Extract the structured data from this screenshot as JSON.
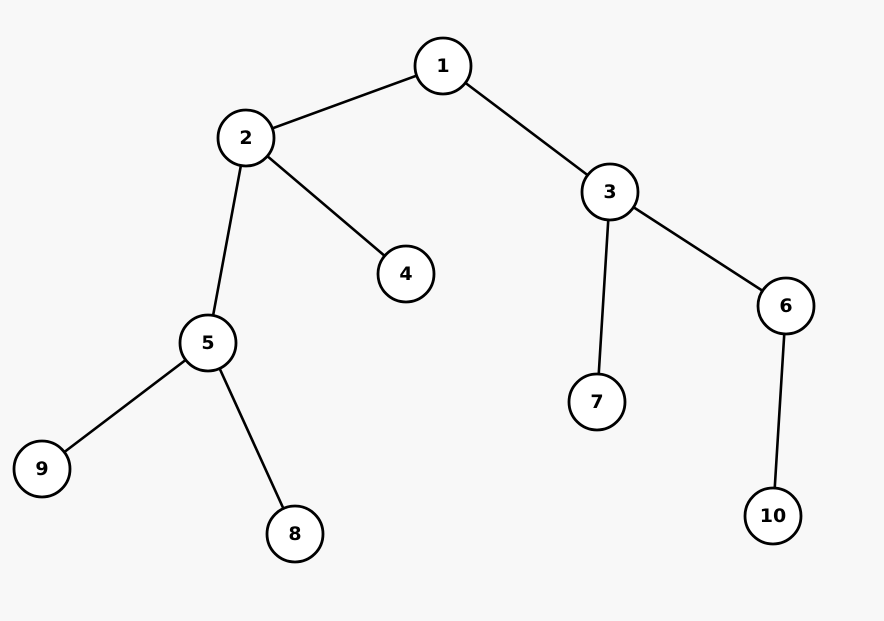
{
  "diagram": {
    "type": "tree",
    "nodes": [
      {
        "id": "1",
        "label": "1"
      },
      {
        "id": "2",
        "label": "2"
      },
      {
        "id": "3",
        "label": "3"
      },
      {
        "id": "4",
        "label": "4"
      },
      {
        "id": "5",
        "label": "5"
      },
      {
        "id": "6",
        "label": "6"
      },
      {
        "id": "7",
        "label": "7"
      },
      {
        "id": "8",
        "label": "8"
      },
      {
        "id": "9",
        "label": "9"
      },
      {
        "id": "10",
        "label": "10"
      }
    ],
    "edges": [
      {
        "from": "1",
        "to": "2"
      },
      {
        "from": "1",
        "to": "3"
      },
      {
        "from": "2",
        "to": "5"
      },
      {
        "from": "2",
        "to": "4"
      },
      {
        "from": "3",
        "to": "7"
      },
      {
        "from": "3",
        "to": "6"
      },
      {
        "from": "5",
        "to": "9"
      },
      {
        "from": "5",
        "to": "8"
      },
      {
        "from": "6",
        "to": "10"
      }
    ],
    "colors": {
      "background": "#f8f8f8",
      "node_fill": "#ffffff",
      "stroke": "#000000",
      "text": "#000000"
    }
  }
}
